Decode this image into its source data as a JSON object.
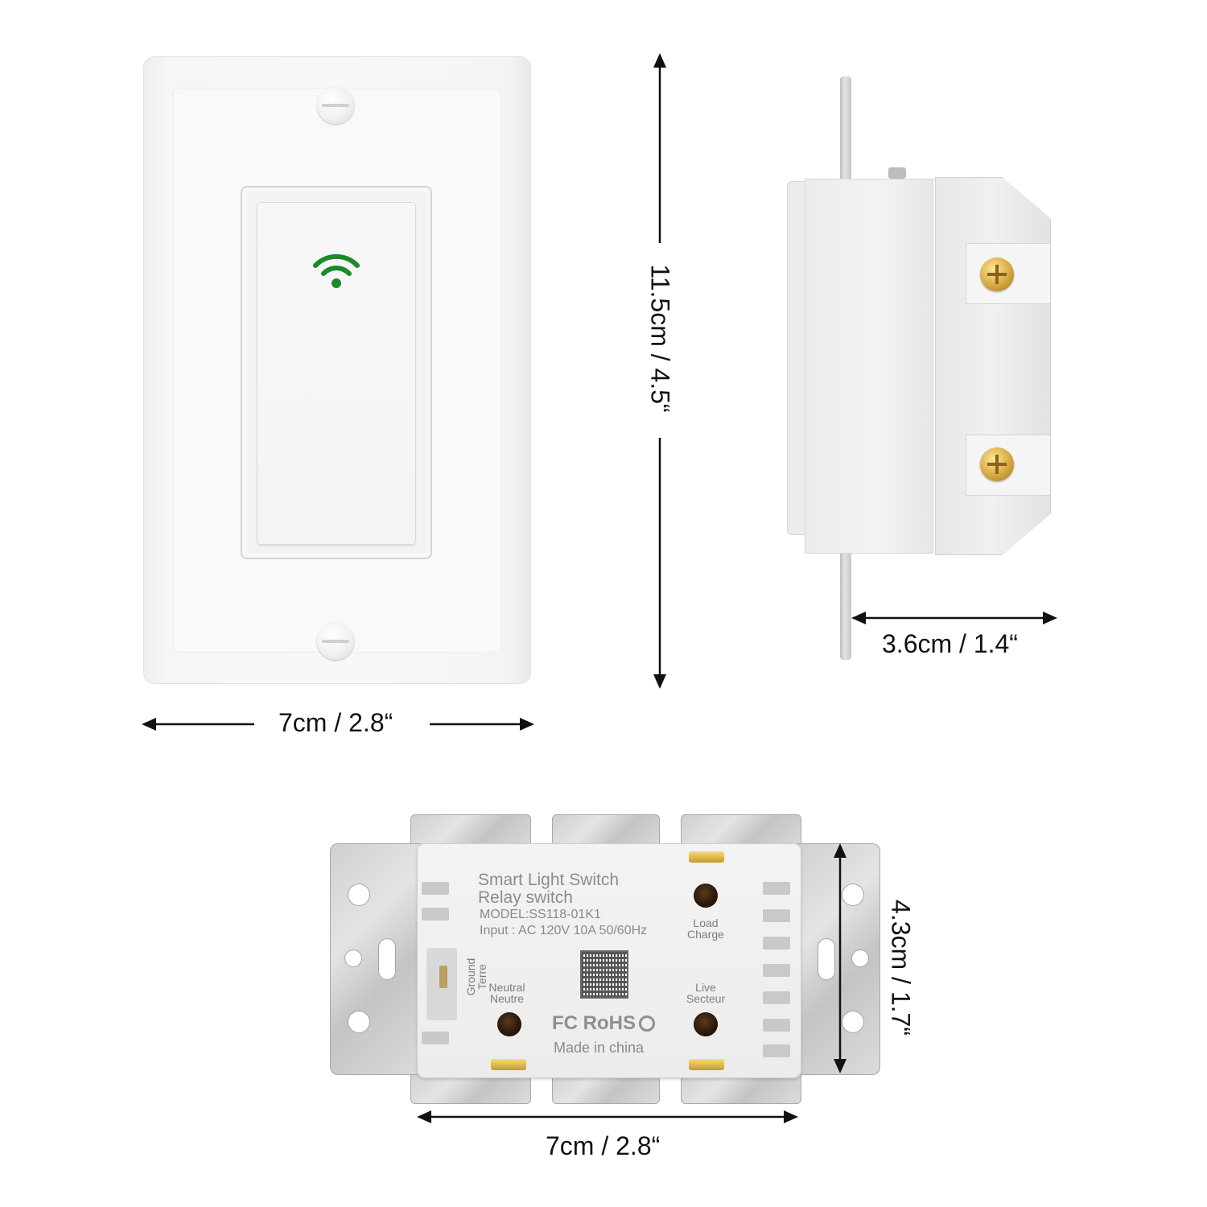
{
  "dimensions": {
    "front_width": "7cm / 2.8“",
    "front_height": "11.5cm / 4.5“",
    "side_depth": "3.6cm / 1.4“",
    "back_width": "7cm / 2.8“",
    "back_height": "4.3cm / 1.7“"
  },
  "label": {
    "line1": "Smart Light Switch",
    "line2": "Relay switch",
    "model": "MODEL:SS118-01K1",
    "input": "Input : AC 120V 10A  50/60Hz",
    "ground_en": "Ground",
    "ground_fr": "Terre",
    "neutral_en": "Neutral",
    "neutral_fr": "Neutre",
    "load_en": "Load",
    "load_fr": "Charge",
    "live_en": "Live",
    "live_fr": "Secteur",
    "certifications": "FC RoHS",
    "origin": "Made in china"
  },
  "colors": {
    "wifi_icon": "#1a8a2a"
  },
  "icons": {
    "front": "wifi-icon"
  }
}
